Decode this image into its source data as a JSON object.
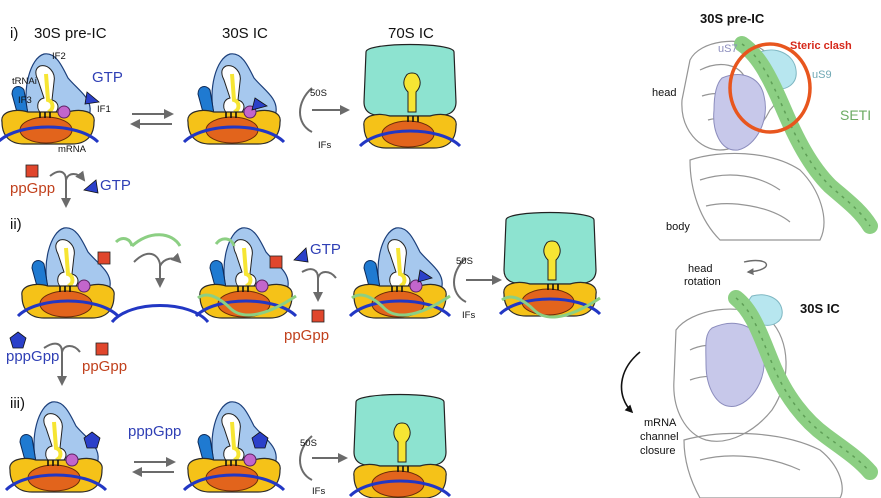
{
  "rows": {
    "i": "i)",
    "ii": "ii)",
    "iii": "iii)"
  },
  "headings": {
    "pre_ic": "30S pre-IC",
    "ic": "30S IC",
    "ic70": "70S IC"
  },
  "components": {
    "if2": "IF2",
    "trnai": "tRNAi",
    "if3": "IF3",
    "if1": "IF1",
    "mrna": "mRNA"
  },
  "arrows": {
    "s50": "50S",
    "ifs": "IFs"
  },
  "ligands": {
    "gtp": "GTP",
    "ppgpp": "ppGpp",
    "pppgpp": "pppGpp"
  },
  "structure": {
    "top_title": "30S pre-IC",
    "clash": "Steric clash",
    "us7": "uS7",
    "us9": "uS9",
    "seti": "SETI",
    "head": "head",
    "body": "body",
    "head_rotation": "head\nrotation",
    "bottom_title": "30S IC",
    "mrna_closure": "mRNA\nchannel\nclosure"
  },
  "colors": {
    "subunit_30s": "#f5c218",
    "subunit_30s_edge": "#2b2b2b",
    "if2": "#a6c8ee",
    "if3": "#1f7ad1",
    "if1": "#c266cc",
    "trna": "#f6e533",
    "body_orange": "#e2641c",
    "mrna": "#2237c4",
    "subunit_50s": "#8de3d0",
    "ppgpp": "#e0462c",
    "gtp": "#2b40c9",
    "seti": "#8ccf83",
    "clash_ring": "#e8561e",
    "us7": "#c7c8ea",
    "us9": "#b7e6ef",
    "grey_arrow": "#6b6b6b"
  }
}
